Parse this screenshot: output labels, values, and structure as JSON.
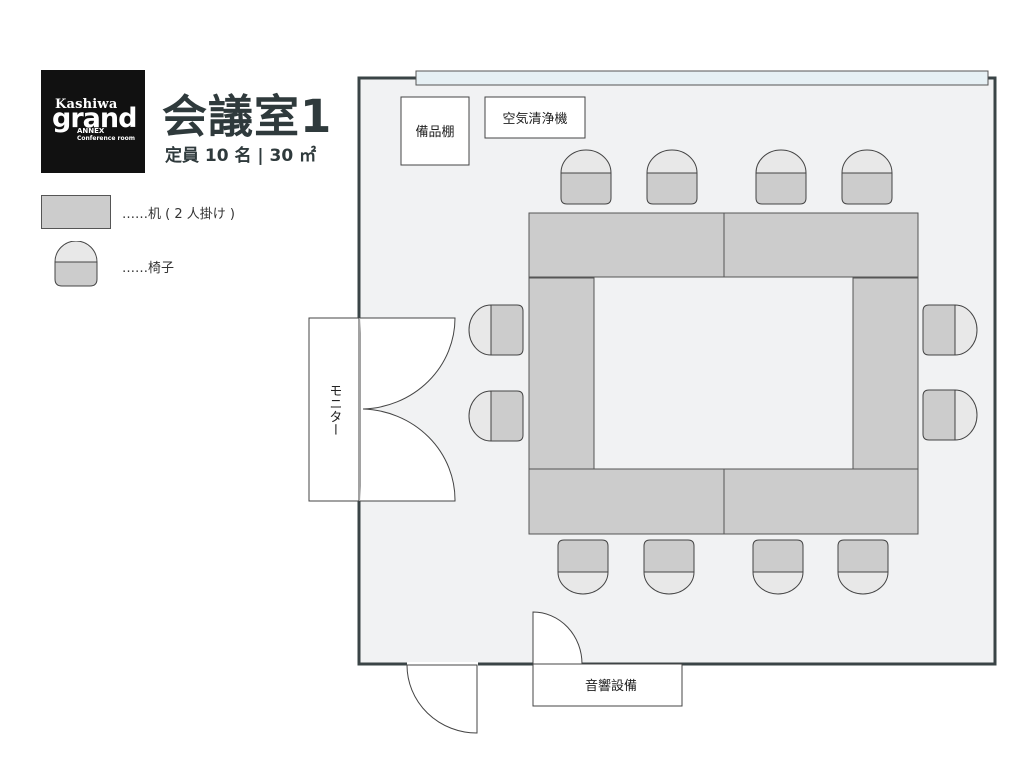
{
  "logo": {
    "line1": "Kashiwa",
    "line2": "grand",
    "line3": "ANNEX",
    "line4": "Conference room"
  },
  "header": {
    "title": "会議室1",
    "capacity": "定員 10 名 | 30 ㎡"
  },
  "legend": {
    "desk_label": "……机 ( 2 人掛け )",
    "chair_label": "……椅子"
  },
  "labels": {
    "storage_shelf": "備品棚",
    "air_purifier": "空気清浄機",
    "monitor": "モニター",
    "audio_equipment": "音響設備"
  },
  "colors": {
    "room_floor": "#f1f2f3",
    "wall": "#3a4446",
    "desk": "#cccccc",
    "chair": "#cccccc",
    "window": "#e6f0f4"
  }
}
